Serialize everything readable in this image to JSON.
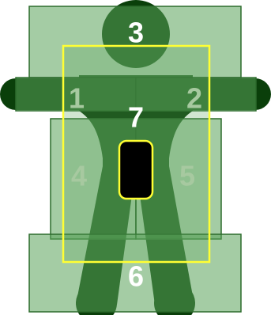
{
  "zones": [
    {
      "id": "1",
      "label": "1",
      "color": "#a7c9a0"
    },
    {
      "id": "2",
      "label": "2",
      "color": "#a7c9a0"
    },
    {
      "id": "3",
      "label": "3",
      "color": "#ffffff"
    },
    {
      "id": "4",
      "label": "4",
      "color": "#a7c9a0"
    },
    {
      "id": "5",
      "label": "5",
      "color": "#a7c9a0"
    },
    {
      "id": "6",
      "label": "6",
      "color": "#ffffff"
    },
    {
      "id": "7",
      "label": "7",
      "color": "#ffffff"
    }
  ],
  "colors": {
    "figure": "#0a3f0a",
    "zone_fill": "#5aa35a",
    "zone_stroke": "#2c6b2c",
    "highlight": "#ffff33",
    "device": "#000000"
  }
}
